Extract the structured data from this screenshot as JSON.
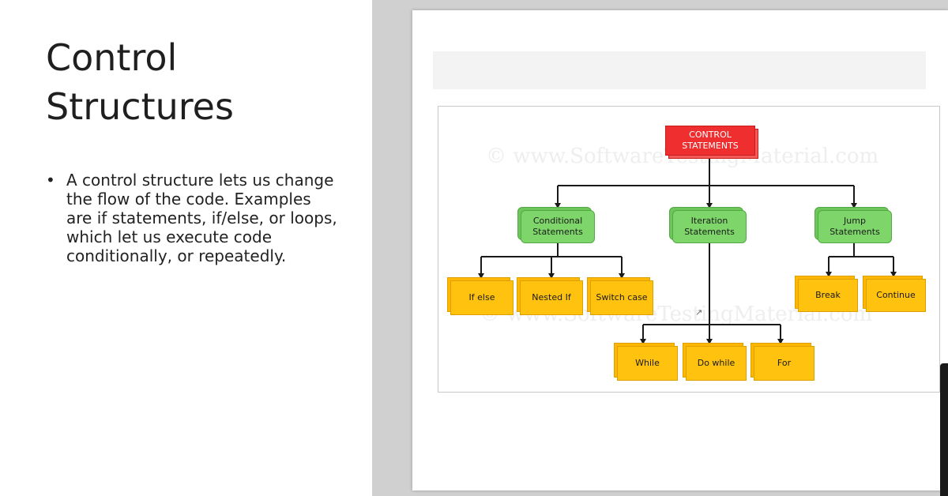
{
  "slide": {
    "title_lines": [
      "Control",
      "Structures"
    ],
    "bullets": [
      "A control structure lets us change the flow of the code. Examples are if statements, if/else, or loops, which let us execute code conditionally, or repeatedly."
    ]
  },
  "diagram": {
    "watermarks": [
      "© www.SoftwareTestingMaterial.com",
      "© www.SoftwareTestingMaterial.com"
    ],
    "root": {
      "id": "control-statements",
      "label": "CONTROL\nSTATEMENTS"
    },
    "categories": [
      {
        "id": "conditional-statements",
        "label": "Conditional\nStatements"
      },
      {
        "id": "iteration-statements",
        "label": "Iteration\nStatements"
      },
      {
        "id": "jump-statements",
        "label": "Jump\nStatements"
      }
    ],
    "conditional_items": [
      {
        "id": "if-else",
        "label": "If else"
      },
      {
        "id": "nested-if",
        "label": "Nested If"
      },
      {
        "id": "switch-case",
        "label": "Switch case"
      }
    ],
    "iteration_items": [
      {
        "id": "while",
        "label": "While"
      },
      {
        "id": "do-while",
        "label": "Do while"
      },
      {
        "id": "for",
        "label": "For"
      }
    ],
    "jump_items": [
      {
        "id": "break",
        "label": "Break"
      },
      {
        "id": "continue",
        "label": "Continue"
      }
    ],
    "colors": {
      "root": "#ef2f2f",
      "category": "#7ed66a",
      "leaf": "#ffc20f",
      "connector": "#1a1a1a"
    }
  }
}
